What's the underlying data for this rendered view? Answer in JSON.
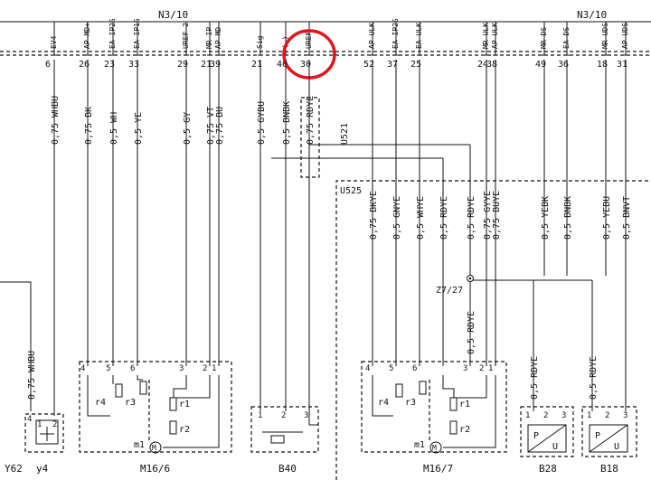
{
  "header": {
    "connector_left": "N3/10",
    "connector_right": "N3/10"
  },
  "top_pins": [
    {
      "signal": "EV4",
      "pin": "6"
    },
    {
      "signal": "AP MD+",
      "pin": "26"
    },
    {
      "signal": "EA IP2S",
      "pin": "23"
    },
    {
      "signal": "EA IP1S",
      "pin": "33"
    },
    {
      "signal": "UREF 2",
      "pin": "29"
    },
    {
      "signal": "MR IP",
      "pin": "21"
    },
    {
      "signal": "AP MD-",
      "pin": "39"
    },
    {
      "signal": "Sig",
      "pin": "21"
    },
    {
      "signal": "(-)",
      "pin": "46"
    },
    {
      "signal": "UREF",
      "pin": "30"
    },
    {
      "signal": "AP ULK",
      "pin": "52"
    },
    {
      "signal": "EA IP2S",
      "pin": "37"
    },
    {
      "signal": "EA ULK",
      "pin": "25"
    },
    {
      "signal": "MR ULK",
      "pin": "24"
    },
    {
      "signal": "AP ULK",
      "pin": "38"
    },
    {
      "signal": "MR DS",
      "pin": "49"
    },
    {
      "signal": "EA DS",
      "pin": "36"
    },
    {
      "signal": "MR UDS",
      "pin": "18"
    },
    {
      "signal": "AP UDS",
      "pin": "31"
    }
  ],
  "wires_top": [
    {
      "label": "0,75 WHBU"
    },
    {
      "label": "0,75 BK"
    },
    {
      "label": "0,5 WH"
    },
    {
      "label": "0,5 YE"
    },
    {
      "label": "0,5 GY"
    },
    {
      "label": "0,75 VT"
    },
    {
      "label": "0,75 BU"
    },
    {
      "label": "0,5 GYBU"
    },
    {
      "label": "0,5 BNBK"
    },
    {
      "label": "0,75 RDYE"
    }
  ],
  "wires_mid": [
    {
      "label": "0,75 BKYE"
    },
    {
      "label": "0,5 GNYE"
    },
    {
      "label": "0,5 WHYE"
    },
    {
      "label": "0,5 RDYE"
    },
    {
      "label": "0,5 RDYE"
    },
    {
      "label": "0,75 GYYE"
    },
    {
      "label": "0,75 BUYE"
    },
    {
      "label": "0,5 YEBK"
    },
    {
      "label": "0,5 BNBK"
    },
    {
      "label": "0,5 YEBU"
    },
    {
      "label": "0,5 BNVT"
    }
  ],
  "wires_low": [
    {
      "label": "0,75 WHBU"
    },
    {
      "label": "0,5 RDYE"
    },
    {
      "label": "0,5 RDYE"
    },
    {
      "label": "0,5 RDYE"
    }
  ],
  "labels": {
    "splice": "U521",
    "harness": "U525",
    "junction": "Z7/27"
  },
  "components": {
    "y62": {
      "name": "Y62",
      "sub": "y4",
      "pins": [
        "4",
        "1",
        "2"
      ]
    },
    "m16_6": {
      "name": "M16/6",
      "pins": [
        "4",
        "5",
        "6",
        "3",
        "2",
        "1"
      ],
      "parts": [
        "r4",
        "r3",
        "r1",
        "r2",
        "m1"
      ]
    },
    "b40": {
      "name": "B40",
      "pins": [
        "1",
        "2",
        "3"
      ]
    },
    "m16_7": {
      "name": "M16/7",
      "pins": [
        "4",
        "5",
        "6",
        "3",
        "2",
        "1"
      ],
      "parts": [
        "r4",
        "r3",
        "r1",
        "r2",
        "m1"
      ]
    },
    "b28": {
      "name": "B28",
      "pins": [
        "1",
        "2",
        "3"
      ],
      "symbol": [
        "P",
        "U"
      ]
    },
    "b18": {
      "name": "B18",
      "pins": [
        "1",
        "2",
        "3"
      ],
      "symbol": [
        "P",
        "U"
      ]
    }
  },
  "highlight_color": "#e0141e"
}
